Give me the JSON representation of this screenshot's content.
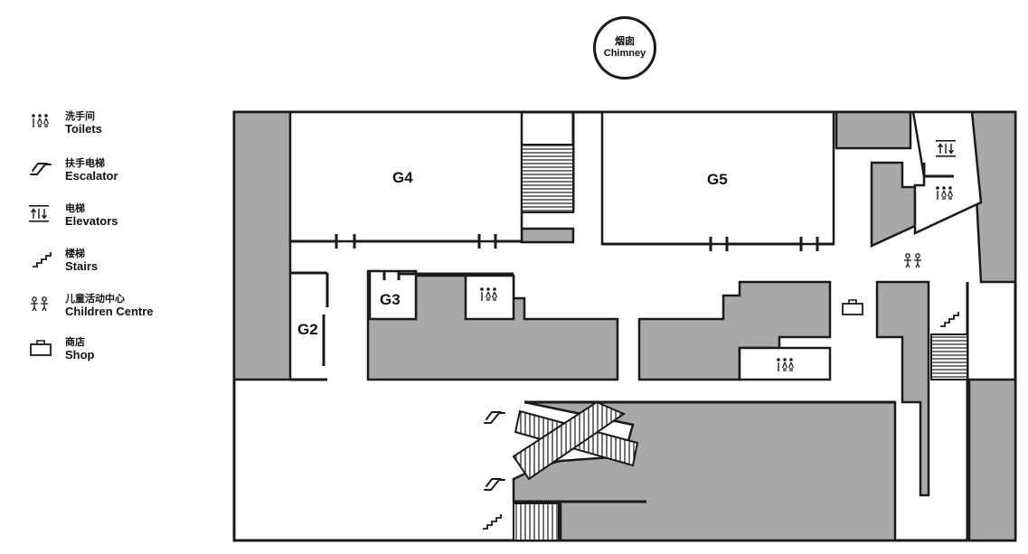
{
  "chimney": {
    "label_cn": "烟囱",
    "label_en": "Chimney"
  },
  "legend": [
    {
      "icon": "toilets-icon",
      "cn": "洗手间",
      "en": "Toilets"
    },
    {
      "icon": "escalator-icon",
      "cn": "扶手电梯",
      "en": "Escalator"
    },
    {
      "icon": "elevator-icon",
      "cn": "电梯",
      "en": "Elevators"
    },
    {
      "icon": "stairs-icon",
      "cn": "楼梯",
      "en": "Stairs"
    },
    {
      "icon": "children-centre-icon",
      "cn": "儿童活动中心",
      "en": "Children Centre"
    },
    {
      "icon": "shop-icon",
      "cn": "商店",
      "en": "Shop"
    }
  ],
  "rooms": {
    "g2": "G2",
    "g3": "G3",
    "g4": "G4",
    "g5": "G5"
  },
  "colors": {
    "block": "#a8a8a8",
    "wall": "#1a1a1a",
    "floor": "#ffffff"
  }
}
